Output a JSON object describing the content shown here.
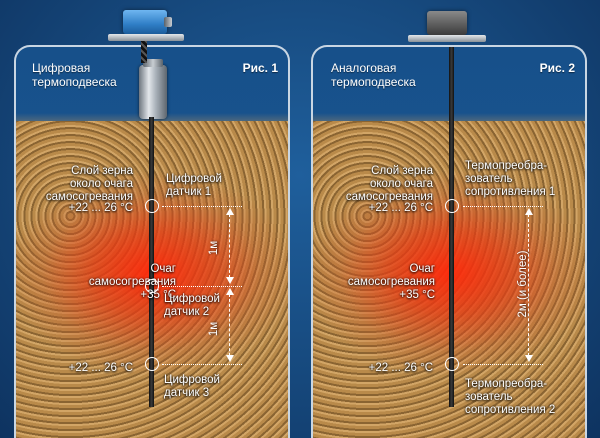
{
  "left_panel": {
    "title_line1": "Цифровая",
    "title_line2": "термоподвеска",
    "fig": "Рис. 1",
    "layer_label_1": "Слой зерна",
    "layer_label_2": "около очага",
    "layer_label_3": "самосогревания",
    "temp_top": "+22 ... 26 °C",
    "focus_label_1": "Очаг",
    "focus_label_2": "самосогревания",
    "focus_temp": "+35 °C",
    "temp_bottom": "+22 ... 26 °C",
    "sensor1_line1": "Цифровой",
    "sensor1_line2": "датчик 1",
    "sensor2_line1": "Цифровой",
    "sensor2_line2": "датчик 2",
    "sensor3_line1": "Цифровой",
    "sensor3_line2": "датчик 3",
    "dist_upper": "1м",
    "dist_lower": "1м"
  },
  "right_panel": {
    "title_line1": "Аналоговая",
    "title_line2": "термоподвеска",
    "fig": "Рис. 2",
    "layer_label_1": "Слой зерна",
    "layer_label_2": "около очага",
    "layer_label_3": "самосогревания",
    "temp_top": "+22 ... 26 °C",
    "focus_label_1": "Очаг",
    "focus_label_2": "самосогревания",
    "focus_temp": "+35 °C",
    "temp_bottom": "+22 ... 26 °C",
    "sensor_top_line1": "Термопреобра-",
    "sensor_top_line2": "зователь",
    "sensor_top_line3": "сопротивления 1",
    "sensor_bottom_line1": "Термопреобра-",
    "sensor_bottom_line2": "зователь",
    "sensor_bottom_line3": "сопротивления 2",
    "dist": "2м (и более)"
  },
  "colors": {
    "background": "#16487c",
    "panel_border": "#c9d6e3",
    "heat_focus": "#ff280a",
    "grain": "#a47b43",
    "digital_head": "#3d8ed6",
    "analog_head": "#5a5a5a"
  }
}
